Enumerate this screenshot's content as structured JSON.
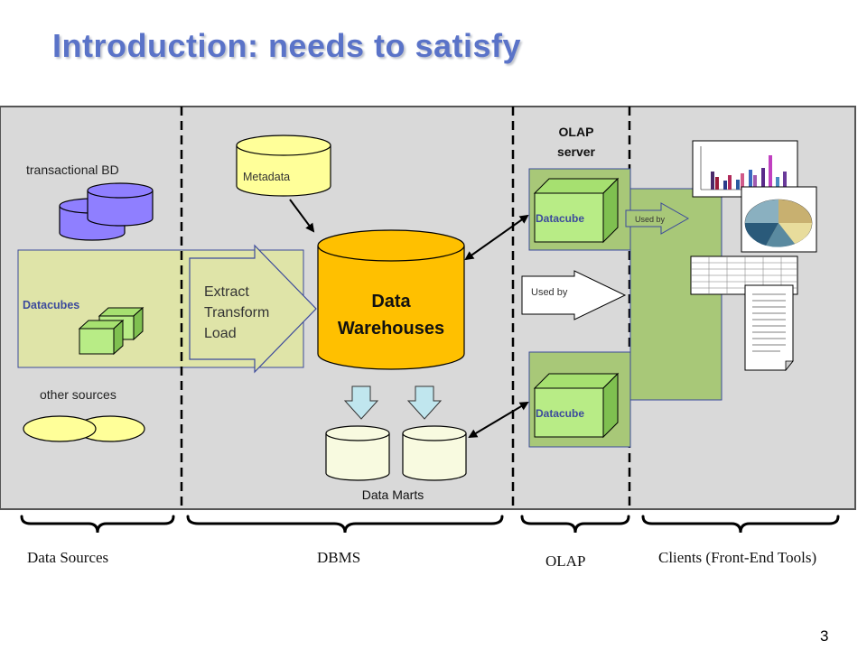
{
  "slide": {
    "title": "Introduction: needs to satisfy",
    "page_number": "3"
  },
  "sources": {
    "transactional_label": "transactional BD",
    "datacubes_label": "Datacubes",
    "other_label": "other sources"
  },
  "etl": {
    "line1": "Extract",
    "line2": "Transform",
    "line3": "Load"
  },
  "metadata_label": "Metadata",
  "warehouse": {
    "line1": "Data",
    "line2": "Warehouses"
  },
  "data_marts_label": "Data Marts",
  "olap": {
    "server_line1": "OLAP",
    "server_line2": "server",
    "cube_top_label": "Datacube",
    "cube_bottom_label": "Datacube",
    "used_by_small": "Used by",
    "used_by_big": "Used by"
  },
  "sections": {
    "data_sources": "Data Sources",
    "dbms": "DBMS",
    "olap": "OLAP",
    "clients": "Clients (Front-End Tools)"
  },
  "colors": {
    "panel_bg": "#d9d9d9",
    "cylinder_purple": "#8f7fff",
    "etl_band": "#dfe4a8",
    "warehouse_yellow": "#ffc000",
    "cube_green": "#b8e07a",
    "olap_box": "#a8c878",
    "marts_fill": "#f8fae0",
    "title_blue": "#5a73c8"
  }
}
